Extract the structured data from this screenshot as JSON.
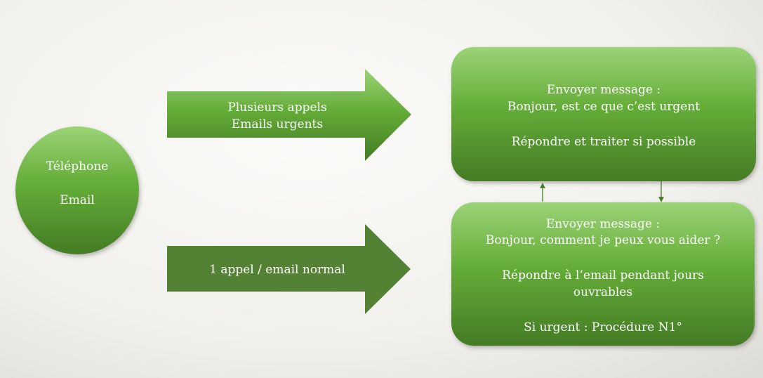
{
  "source": {
    "lines": [
      "Téléphone",
      "Email"
    ]
  },
  "arrow_urgent": {
    "lines": [
      "Plusieurs appels",
      "Emails urgents"
    ]
  },
  "arrow_normal": {
    "label": "1 appel / email normal"
  },
  "box_urgent": {
    "lines": [
      "Envoyer message :",
      "Bonjour, est ce que c’est urgent",
      "Répondre et traiter si possible"
    ]
  },
  "box_normal": {
    "lines": [
      "Envoyer message :",
      "Bonjour, comment je peux vous aider ?",
      "Répondre à l’email pendant jours",
      "ouvrables",
      "Si urgent : Procédure N1°"
    ]
  },
  "colors": {
    "green_light": "#9bd377",
    "green_mid": "#64ad38",
    "green_dark": "#447b25",
    "arrow_solid": "#548235"
  }
}
